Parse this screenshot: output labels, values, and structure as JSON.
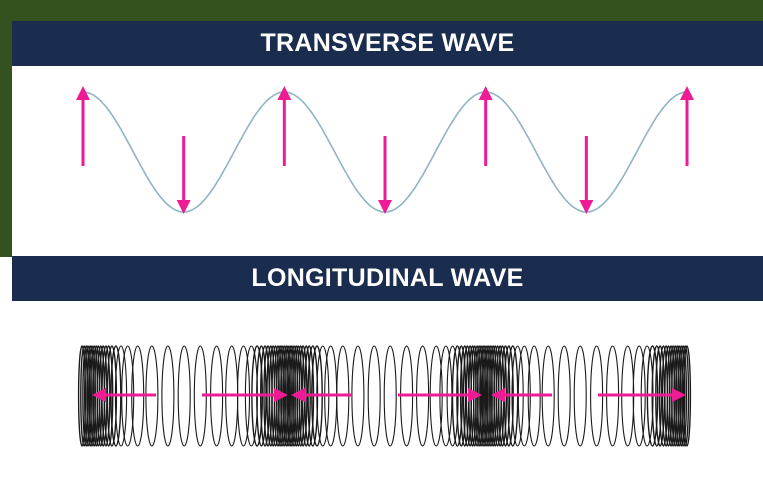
{
  "transverse": {
    "title": "TRANSVERSE WAVE",
    "wave_color": "#8fb4c4",
    "arrow_color": "#ee1b94",
    "arrow_directions": [
      "up",
      "down",
      "up",
      "down",
      "up",
      "down",
      "up"
    ]
  },
  "longitudinal": {
    "title": "LONGITUDINAL WAVE",
    "coil_color": "#1a1a1a",
    "arrow_color": "#ee1b94",
    "arrow_directions": [
      "left",
      "right",
      "left",
      "right",
      "left",
      "right"
    ]
  },
  "colors": {
    "background": "#34521f",
    "banner": "#1b2d4e",
    "banner_text": "#ffffff",
    "panel": "#ffffff"
  }
}
